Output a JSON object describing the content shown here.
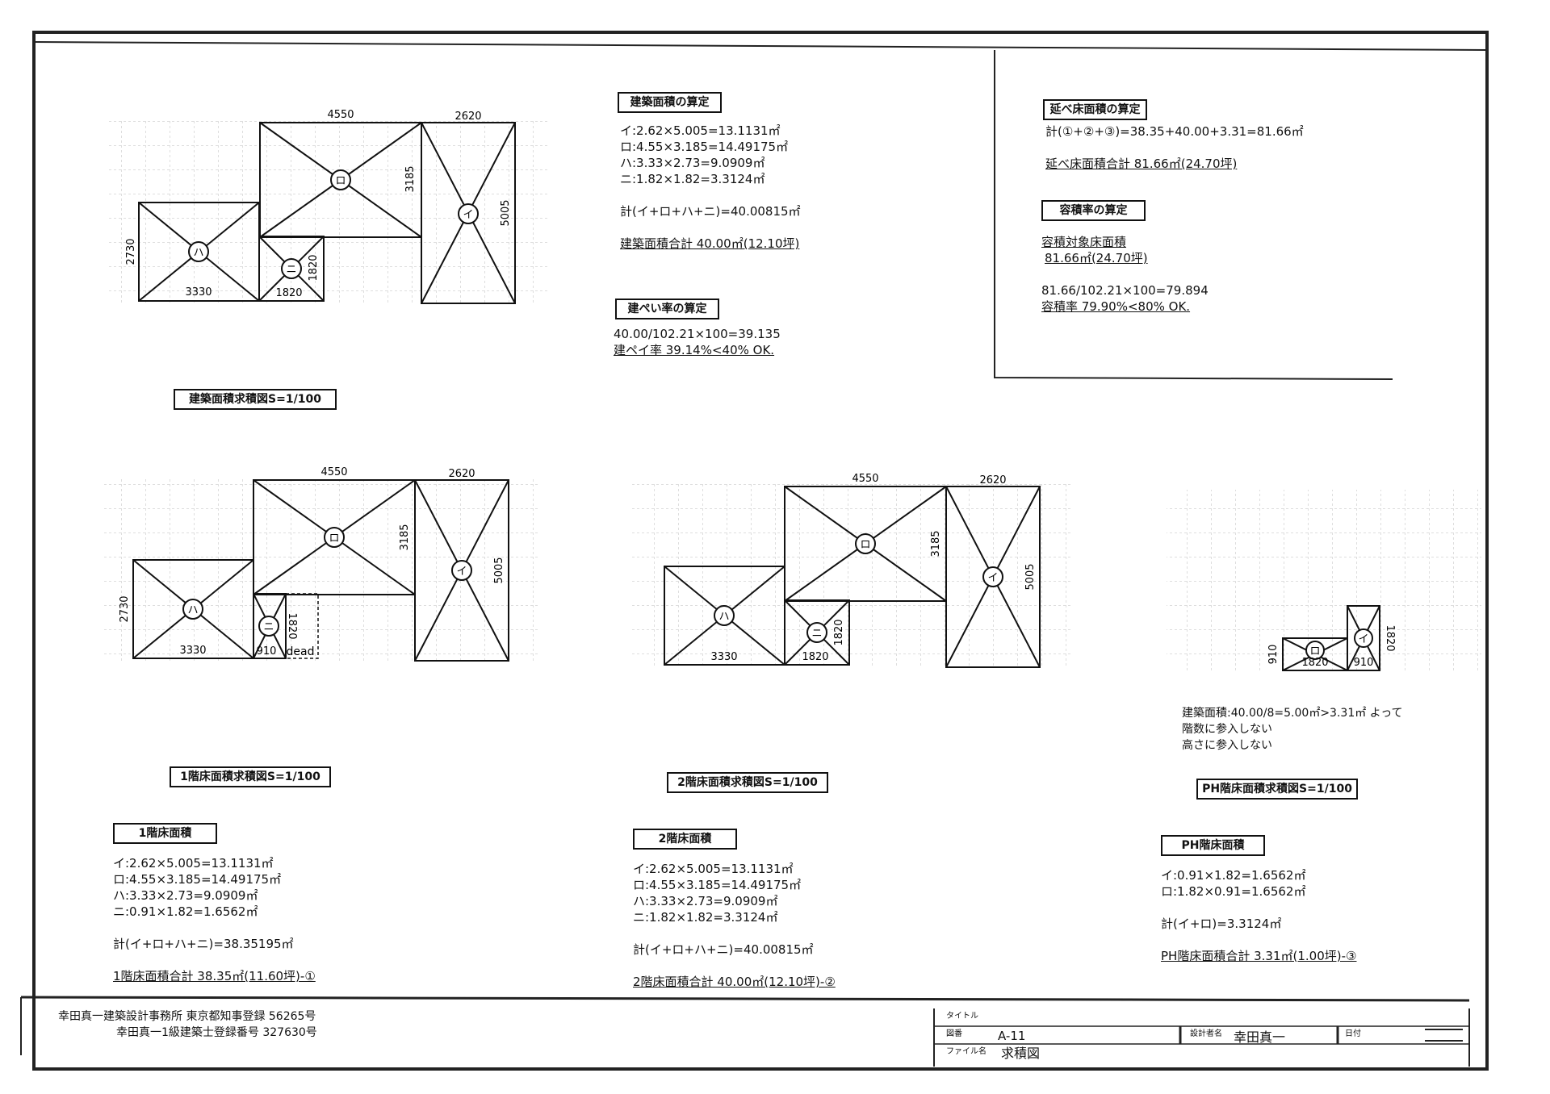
{
  "plans": {
    "site": {
      "dims": {
        "i_width": "2620",
        "i_height": "5005",
        "ro_width": "4550",
        "ro_height": "3185",
        "ha_width": "3330",
        "ha_height": "2730",
        "ni_width": "1820",
        "ni_height": "1820"
      },
      "marks": {
        "i": "イ",
        "ro": "ロ",
        "ha": "ハ",
        "ni": "ニ"
      },
      "caption": "建築面積求積図S=1/100"
    },
    "floor1": {
      "dims": {
        "i_width": "2620",
        "i_height": "5005",
        "ro_width": "4550",
        "ro_height": "3185",
        "ha_width": "3330",
        "ha_height": "2730",
        "ni_width": "910",
        "ni_height": "1820",
        "extra": "dead"
      },
      "marks": {
        "i": "イ",
        "ro": "ロ",
        "ha": "ハ",
        "ni": "ニ"
      },
      "caption": "1階床面積求積図S=1/100"
    },
    "floor2": {
      "dims": {
        "i_width": "2620",
        "i_height": "5005",
        "ro_width": "4550",
        "ro_height": "3185",
        "ha_width": "3330",
        "ni_width": "1820",
        "ni_height": "1820"
      },
      "marks": {
        "i": "イ",
        "ro": "ロ",
        "ha": "ハ",
        "ni": "ニ"
      },
      "caption": "2階床面積求積図S=1/100"
    },
    "ph": {
      "dims": {
        "ro_height": "910",
        "ro_width": "1820",
        "i_width": "910",
        "i_height": "1820"
      },
      "marks": {
        "i": "イ",
        "ro": "ロ"
      },
      "caption": "PH階床面積求積図S=1/100"
    }
  },
  "building_area": {
    "heading": "建築面積の算定",
    "lines": [
      "イ:2.62×5.005=13.1131㎡",
      "ロ:4.55×3.185=14.49175㎡",
      "ハ:3.33×2.73=9.0909㎡",
      "ニ:1.82×1.82=3.3124㎡"
    ],
    "sum": "計(イ+ロ+ハ+ニ)=40.00815㎡",
    "total": "建築面積合計 40.00㎡(12.10坪)"
  },
  "coverage": {
    "heading": "建ぺい率の算定",
    "calc": "40.00/102.21×100=39.135",
    "result": "建ペイ率 39.14%<40% OK."
  },
  "total_floor": {
    "heading": "延べ床面積の算定",
    "sum": "計(①+②+③)=38.35+40.00+3.31=81.66㎡",
    "total": "延べ床面積合計 81.66㎡(24.70坪)"
  },
  "far": {
    "heading": "容積率の算定",
    "label": "容積対象床面積",
    "value": "81.66㎡(24.70坪)",
    "calc": "81.66/102.21×100=79.894",
    "result": "容積率 79.90%<80% OK."
  },
  "floor1_area": {
    "heading": "1階床面積",
    "lines": [
      "イ:2.62×5.005=13.1131㎡",
      "ロ:4.55×3.185=14.49175㎡",
      "ハ:3.33×2.73=9.0909㎡",
      "ニ:0.91×1.82=1.6562㎡"
    ],
    "sum": "計(イ+ロ+ハ+ニ)=38.35195㎡",
    "total": "1階床面積合計 38.35㎡(11.60坪)-①"
  },
  "floor2_area": {
    "heading": "2階床面積",
    "lines": [
      "イ:2.62×5.005=13.1131㎡",
      "ロ:4.55×3.185=14.49175㎡",
      "ハ:3.33×2.73=9.0909㎡",
      "ニ:1.82×1.82=3.3124㎡"
    ],
    "sum": "計(イ+ロ+ハ+ニ)=40.00815㎡",
    "total": "2階床面積合計 40.00㎡(12.10坪)-②"
  },
  "ph_area": {
    "heading": "PH階床面積",
    "lines": [
      "イ:0.91×1.82=1.6562㎡",
      "ロ:1.82×0.91=1.6562㎡"
    ],
    "sum": "計(イ+ロ)=3.3124㎡",
    "total": "PH階床面積合計 3.31㎡(1.00坪)-③"
  },
  "ph_note": [
    "建築面積:40.00/8=5.00㎡>3.31㎡ よって",
    "階数に参入しない",
    "高さに参入しない"
  ],
  "title_block": {
    "office_line1": "幸田真一建築設計事務所 東京都知事登録 56265号",
    "office_line2": "幸田真一1級建築士登録番号 327630号",
    "title_label": "タイトル",
    "number_label": "図番",
    "number": "A-11",
    "file_label": "ファイル名",
    "file_name": "求積図",
    "designer_label": "設計者名",
    "designer": "幸田真一",
    "date_label": "日付"
  }
}
